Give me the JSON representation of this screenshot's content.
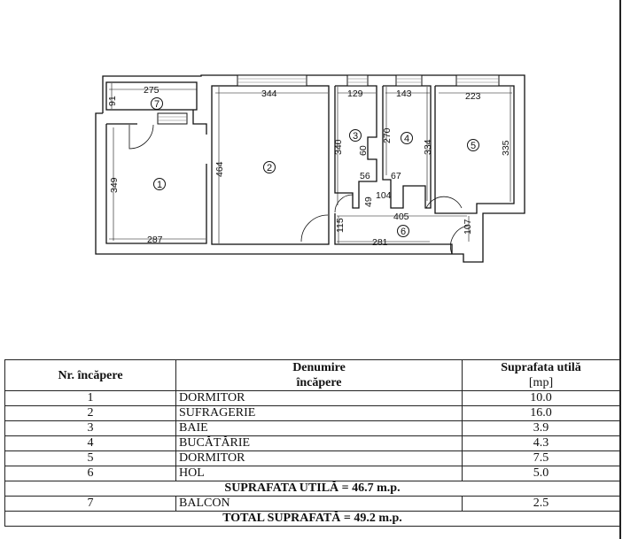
{
  "plan": {
    "rooms": [
      "1",
      "2",
      "3",
      "4",
      "5",
      "6",
      "7"
    ],
    "dimensions": {
      "balcony_width": "275",
      "balcony_depth": "91",
      "room1_height": "349",
      "room1_width": "287",
      "room2_width": "344",
      "room2_height": "464",
      "room3_width": "129",
      "room3_height": "340",
      "room3_niche": "60",
      "room3_step": "56",
      "room4_width": "143",
      "room4_height_a": "270",
      "room4_height_b": "334",
      "room4_step": "67",
      "niche_width": "104",
      "niche_depth": "49",
      "room5_width": "223",
      "room5_height": "335",
      "hall_length": "405",
      "hall_width": "115",
      "hall_bottom": "281",
      "entry_width": "107"
    }
  },
  "table": {
    "headers": {
      "nr": "Nr. încăpere",
      "name_line1": "Denumire",
      "name_line2": "încăpere",
      "area_line1": "Suprafata utilă",
      "area_unit": "[mp]"
    },
    "rows": [
      {
        "nr": "1",
        "name": "DORMITOR",
        "area": "10.0"
      },
      {
        "nr": "2",
        "name": "SUFRAGERIE",
        "area": "16.0"
      },
      {
        "nr": "3",
        "name": "BAIE",
        "area": "3.9"
      },
      {
        "nr": "4",
        "name": "BUCĂTĂRIE",
        "area": "4.3"
      },
      {
        "nr": "5",
        "name": "DORMITOR",
        "area": "7.5"
      },
      {
        "nr": "6",
        "name": "HOL",
        "area": "5.0"
      }
    ],
    "useful_total": "SUPRAFATA UTILĂ = 46.7 m.p.",
    "balcony_row": {
      "nr": "7",
      "name": "BALCON",
      "area": "2.5"
    },
    "grand_total": "TOTAL SUPRAFATĂ = 49.2 m.p."
  }
}
